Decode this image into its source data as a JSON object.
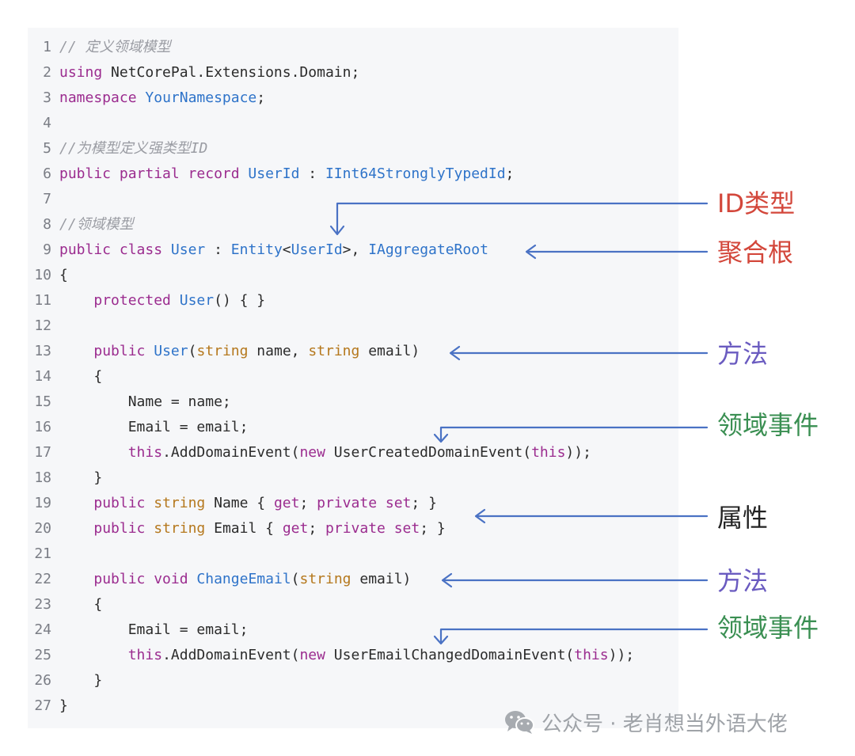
{
  "code_lines": [
    {
      "n": "1",
      "tokens": [
        {
          "t": "// 定义领域模型",
          "c": "t-comment"
        }
      ]
    },
    {
      "n": "2",
      "tokens": [
        {
          "t": "using",
          "c": "t-kw"
        },
        {
          "t": " NetCorePal.Extensions.Domain;",
          "c": "t-plain"
        }
      ]
    },
    {
      "n": "3",
      "tokens": [
        {
          "t": "namespace",
          "c": "t-kw"
        },
        {
          "t": " ",
          "c": "t-plain"
        },
        {
          "t": "YourNamespace",
          "c": "t-type"
        },
        {
          "t": ";",
          "c": "t-plain"
        }
      ]
    },
    {
      "n": "4",
      "tokens": []
    },
    {
      "n": "5",
      "tokens": [
        {
          "t": "//为模型定义强类型ID",
          "c": "t-comment"
        }
      ]
    },
    {
      "n": "6",
      "tokens": [
        {
          "t": "public partial record",
          "c": "t-kw"
        },
        {
          "t": " ",
          "c": "t-plain"
        },
        {
          "t": "UserId",
          "c": "t-type"
        },
        {
          "t": " : ",
          "c": "t-plain"
        },
        {
          "t": "IInt64StronglyTypedId",
          "c": "t-type"
        },
        {
          "t": ";",
          "c": "t-plain"
        }
      ]
    },
    {
      "n": "7",
      "tokens": []
    },
    {
      "n": "8",
      "tokens": [
        {
          "t": "//领域模型",
          "c": "t-comment"
        }
      ]
    },
    {
      "n": "9",
      "tokens": [
        {
          "t": "public class",
          "c": "t-kw"
        },
        {
          "t": " ",
          "c": "t-plain"
        },
        {
          "t": "User",
          "c": "t-type"
        },
        {
          "t": " : ",
          "c": "t-plain"
        },
        {
          "t": "Entity",
          "c": "t-type"
        },
        {
          "t": "<",
          "c": "t-plain"
        },
        {
          "t": "UserId",
          "c": "t-type"
        },
        {
          "t": ">, ",
          "c": "t-plain"
        },
        {
          "t": "IAggregateRoot",
          "c": "t-type"
        }
      ]
    },
    {
      "n": "10",
      "tokens": [
        {
          "t": "{",
          "c": "t-plain"
        }
      ]
    },
    {
      "n": "11",
      "tokens": [
        {
          "t": "    ",
          "c": "t-plain"
        },
        {
          "t": "protected",
          "c": "t-kw"
        },
        {
          "t": " ",
          "c": "t-plain"
        },
        {
          "t": "User",
          "c": "t-type"
        },
        {
          "t": "() { }",
          "c": "t-plain"
        }
      ]
    },
    {
      "n": "12",
      "tokens": []
    },
    {
      "n": "13",
      "tokens": [
        {
          "t": "    ",
          "c": "t-plain"
        },
        {
          "t": "public",
          "c": "t-kw"
        },
        {
          "t": " ",
          "c": "t-plain"
        },
        {
          "t": "User",
          "c": "t-type"
        },
        {
          "t": "(",
          "c": "t-plain"
        },
        {
          "t": "string",
          "c": "t-prim"
        },
        {
          "t": " name, ",
          "c": "t-plain"
        },
        {
          "t": "string",
          "c": "t-prim"
        },
        {
          "t": " email)",
          "c": "t-plain"
        }
      ]
    },
    {
      "n": "14",
      "tokens": [
        {
          "t": "    {",
          "c": "t-plain"
        }
      ]
    },
    {
      "n": "15",
      "tokens": [
        {
          "t": "        Name = name;",
          "c": "t-plain"
        }
      ]
    },
    {
      "n": "16",
      "tokens": [
        {
          "t": "        Email = email;",
          "c": "t-plain"
        }
      ]
    },
    {
      "n": "17",
      "tokens": [
        {
          "t": "        ",
          "c": "t-plain"
        },
        {
          "t": "this",
          "c": "t-kw"
        },
        {
          "t": ".AddDomainEvent(",
          "c": "t-plain"
        },
        {
          "t": "new",
          "c": "t-kw"
        },
        {
          "t": " UserCreatedDomainEvent(",
          "c": "t-plain"
        },
        {
          "t": "this",
          "c": "t-kw"
        },
        {
          "t": "));",
          "c": "t-plain"
        }
      ]
    },
    {
      "n": "18",
      "tokens": [
        {
          "t": "    }",
          "c": "t-plain"
        }
      ]
    },
    {
      "n": "19",
      "tokens": [
        {
          "t": "    ",
          "c": "t-plain"
        },
        {
          "t": "public",
          "c": "t-kw"
        },
        {
          "t": " ",
          "c": "t-plain"
        },
        {
          "t": "string",
          "c": "t-prim"
        },
        {
          "t": " Name { ",
          "c": "t-plain"
        },
        {
          "t": "get",
          "c": "t-kw"
        },
        {
          "t": "; ",
          "c": "t-plain"
        },
        {
          "t": "private set",
          "c": "t-kw"
        },
        {
          "t": "; }",
          "c": "t-plain"
        }
      ]
    },
    {
      "n": "20",
      "tokens": [
        {
          "t": "    ",
          "c": "t-plain"
        },
        {
          "t": "public",
          "c": "t-kw"
        },
        {
          "t": " ",
          "c": "t-plain"
        },
        {
          "t": "string",
          "c": "t-prim"
        },
        {
          "t": " Email { ",
          "c": "t-plain"
        },
        {
          "t": "get",
          "c": "t-kw"
        },
        {
          "t": "; ",
          "c": "t-plain"
        },
        {
          "t": "private set",
          "c": "t-kw"
        },
        {
          "t": "; }",
          "c": "t-plain"
        }
      ]
    },
    {
      "n": "21",
      "tokens": []
    },
    {
      "n": "22",
      "tokens": [
        {
          "t": "    ",
          "c": "t-plain"
        },
        {
          "t": "public void",
          "c": "t-kw"
        },
        {
          "t": " ",
          "c": "t-plain"
        },
        {
          "t": "ChangeEmail",
          "c": "t-type"
        },
        {
          "t": "(",
          "c": "t-plain"
        },
        {
          "t": "string",
          "c": "t-prim"
        },
        {
          "t": " email)",
          "c": "t-plain"
        }
      ]
    },
    {
      "n": "23",
      "tokens": [
        {
          "t": "    {",
          "c": "t-plain"
        }
      ]
    },
    {
      "n": "24",
      "tokens": [
        {
          "t": "        Email = email;",
          "c": "t-plain"
        }
      ]
    },
    {
      "n": "25",
      "tokens": [
        {
          "t": "        ",
          "c": "t-plain"
        },
        {
          "t": "this",
          "c": "t-kw"
        },
        {
          "t": ".AddDomainEvent(",
          "c": "t-plain"
        },
        {
          "t": "new",
          "c": "t-kw"
        },
        {
          "t": " UserEmailChangedDomainEvent(",
          "c": "t-plain"
        },
        {
          "t": "this",
          "c": "t-kw"
        },
        {
          "t": "));",
          "c": "t-plain"
        }
      ]
    },
    {
      "n": "26",
      "tokens": [
        {
          "t": "    }",
          "c": "t-plain"
        }
      ]
    },
    {
      "n": "27",
      "tokens": [
        {
          "t": "}",
          "c": "t-plain"
        }
      ]
    }
  ],
  "annotations": {
    "id_type": "ID类型",
    "aggregate_root": "聚合根",
    "method_1": "方法",
    "domain_event_1": "领域事件",
    "property": "属性",
    "method_2": "方法",
    "domain_event_2": "领域事件"
  },
  "colors": {
    "arrow": "#4a72c4",
    "id_type": "#d3473b",
    "aggregate_root": "#d3473b",
    "method": "#6a5bc0",
    "domain_event": "#3a8f52",
    "property": "#222222"
  },
  "watermark": {
    "icon": "wechat-icon",
    "text": "公众号 · 老肖想当外语大佬"
  }
}
